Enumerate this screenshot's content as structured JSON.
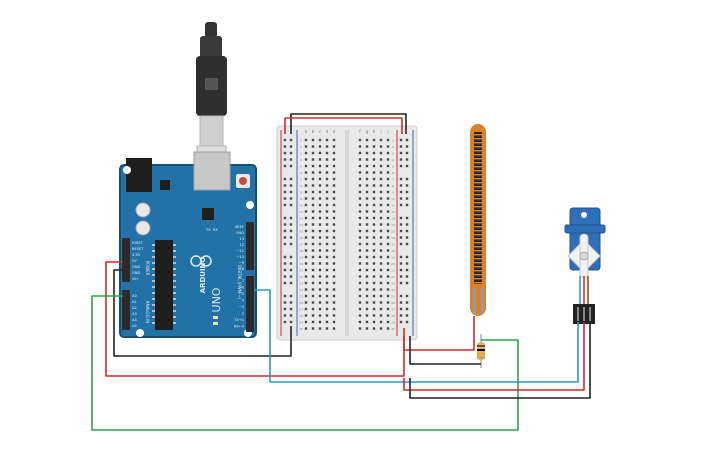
{
  "components": {
    "arduino": {
      "brand": "ARDUINO",
      "model": "UNO",
      "power_header_label": "POWER",
      "analog_header_label": "ANALOG IN",
      "digital_header_label": "DIGITAL (PWM ~)",
      "power_pins": [
        "IOREF",
        "RESET",
        "3.3V",
        "5V",
        "GND",
        "GND",
        "Vin"
      ],
      "analog_pins": [
        "A0",
        "A1",
        "A2",
        "A3",
        "A4",
        "A5"
      ],
      "digital_pins_top": [
        "AREF",
        "GND",
        "13",
        "12",
        "~11",
        "~10",
        "~9",
        "8"
      ],
      "digital_pins_bottom": [
        "7",
        "~6",
        "~5",
        "4",
        "~3",
        "2",
        "TX→1",
        "RX←0"
      ],
      "led_labels": [
        "TX",
        "RX"
      ],
      "colors": {
        "board": "#2272a8",
        "board_dark": "#174f78",
        "header": "#2b2b2b",
        "silk": "#dceaf5"
      }
    },
    "breadboard": {
      "column_letters_left": [
        "a",
        "b",
        "c",
        "d",
        "e"
      ],
      "column_letters_right": [
        "f",
        "g",
        "h",
        "i",
        "j"
      ],
      "rows": 30,
      "colors": {
        "body": "#e9e9e9",
        "hole": "#4a4a4a",
        "rail_red": "#d42a2a",
        "rail_blue": "#3a62c4"
      }
    },
    "flex_sensor": {
      "colors": {
        "body": "#d9822b",
        "stripe": "#2a2a2a"
      }
    },
    "resistor": {
      "colors": {
        "body": "#d2b48c",
        "bands": [
          "#8b4513",
          "#000000",
          "#ffa500",
          "#c9a227"
        ]
      }
    },
    "servo": {
      "colors": {
        "body": "#2f6fb8",
        "horn": "#f2f2f2",
        "connector": "#222222"
      }
    },
    "usb_cable": {
      "colors": {
        "plug": "#333333",
        "metal": "#cfcfcf"
      }
    }
  },
  "wire_colors": {
    "red": "#d42a2a",
    "black": "#222222",
    "green": "#2fa34a",
    "blue": "#2a9ac4"
  }
}
